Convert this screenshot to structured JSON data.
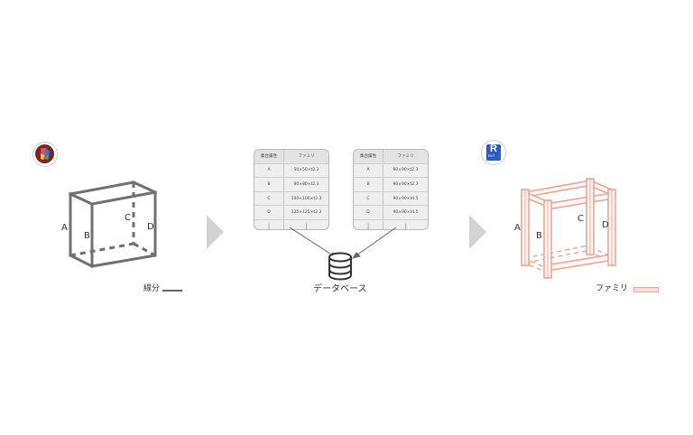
{
  "left_panel": {
    "edge_labels": [
      "A",
      "B",
      "C",
      "D"
    ],
    "legend_label": "線分",
    "line_color": "#707070"
  },
  "middle_panel": {
    "database_label": "データベース",
    "tables": [
      {
        "headers": [
          "集合属性",
          "ファミリ"
        ],
        "rows": [
          [
            "A",
            "50×50×t2.3"
          ],
          [
            "B",
            "80×80×t2.3"
          ],
          [
            "C",
            "100×100×t2.3"
          ],
          [
            "D",
            "125×125×t2.3"
          ]
        ],
        "continuation": [
          "|",
          "|"
        ]
      },
      {
        "headers": [
          "集合属性",
          "ファミリ"
        ],
        "rows": [
          [
            "A",
            "90×90×t2.3"
          ],
          [
            "B",
            "90×90×t2.3"
          ],
          [
            "C",
            "90×90×t4.5"
          ],
          [
            "D",
            "90×90×t4.5"
          ]
        ],
        "continuation": [
          "|",
          "|"
        ]
      }
    ]
  },
  "right_panel": {
    "app_icon_letter": "R",
    "app_icon_subtext": "RVT",
    "edge_labels": [
      "A",
      "B",
      "C",
      "D"
    ],
    "legend_label": "ファミリ",
    "member_color": "#f2a393"
  },
  "arrow_color": "#d3d3d3"
}
